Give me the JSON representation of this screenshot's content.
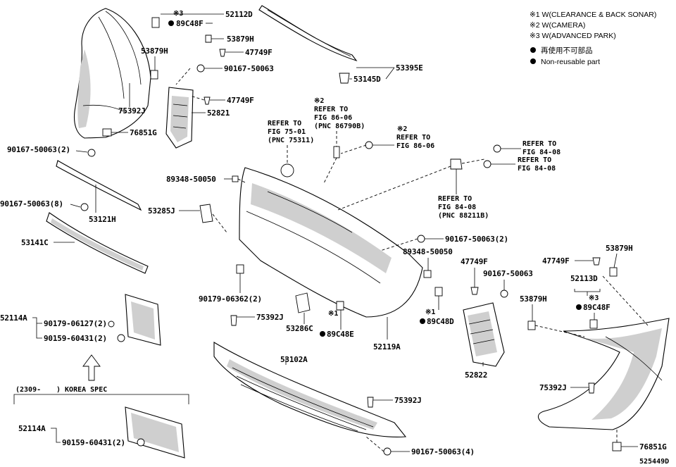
{
  "legend": {
    "note1": "※1 W(CLEARANCE & BACK SONAR)",
    "note2": "※2 W(CAMERA)",
    "note3": "※3 W(ADVANCED PARK)",
    "nonreuse_jp": "再使用不可部品",
    "nonreuse_en": "Non-reusable part"
  },
  "marks": {
    "m1": "※1",
    "m2": "※2",
    "m3": "※3"
  },
  "parts": {
    "p52112D": "52112D",
    "p89C48F_a": "89C48F",
    "p53879H_a": "53879H",
    "p53879H_b": "53879H",
    "p47749F_a": "47749F",
    "p47749F_b": "47749F",
    "p90167_50063_a": "90167-50063",
    "p53395E": "53395E",
    "p53145D": "53145D",
    "p75392J_a": "75392J",
    "p52821": "52821",
    "p76851G_a": "76851G",
    "p90167_50063_2a": "90167-50063(2)",
    "p90167_50063_8": "90167-50063(8)",
    "p53121H": "53121H",
    "p53141C": "53141C",
    "p89348_50050_a": "89348-50050",
    "p53285J": "53285J",
    "p90167_50063_2b": "90167-50063(2)",
    "p89348_50050_b": "89348-50050",
    "p47749F_c": "47749F",
    "p90167_50063_b": "90167-50063",
    "p53879H_c": "53879H",
    "p47749F_d": "47749F",
    "p53879H_d": "53879H",
    "p52113D": "52113D",
    "p89C48F_b": "89C48F",
    "p90179_06362": "90179-06362(2)",
    "p75392J_b": "75392J",
    "p53286C": "53286C",
    "p89C48E": "89C48E",
    "p52119A": "52119A",
    "p89C48D": "89C48D",
    "p52114A_a": "52114A",
    "p90179_06127": "90179-06127(2)",
    "p90159_60431_a": "90159-60431(2)",
    "p53102A": "53102A",
    "p52822": "52822",
    "p75392J_c": "75392J",
    "p75392J_d": "75392J",
    "p52114A_b": "52114A",
    "p90159_60431_b": "90159-60431(2)",
    "p90167_50063_4": "90167-50063(4)",
    "p76851G_b": "76851G"
  },
  "refs": {
    "r1": [
      "REFER TO",
      "FIG 75-01",
      "(PNC 75311)"
    ],
    "r2": [
      "REFER TO",
      "FIG 86-06",
      "(PNC 86790B)"
    ],
    "r3": [
      "REFER TO",
      "FIG 86-06"
    ],
    "r4": [
      "REFER TO",
      "FIG 84-08"
    ],
    "r5": [
      "REFER TO",
      "FIG 84-08"
    ],
    "r6": [
      "REFER TO",
      "FIG 84-08",
      "(PNC 88211B)"
    ]
  },
  "spec": {
    "range": "(2309-",
    "name": ") KOREA SPEC"
  },
  "figure_id": "525449D"
}
